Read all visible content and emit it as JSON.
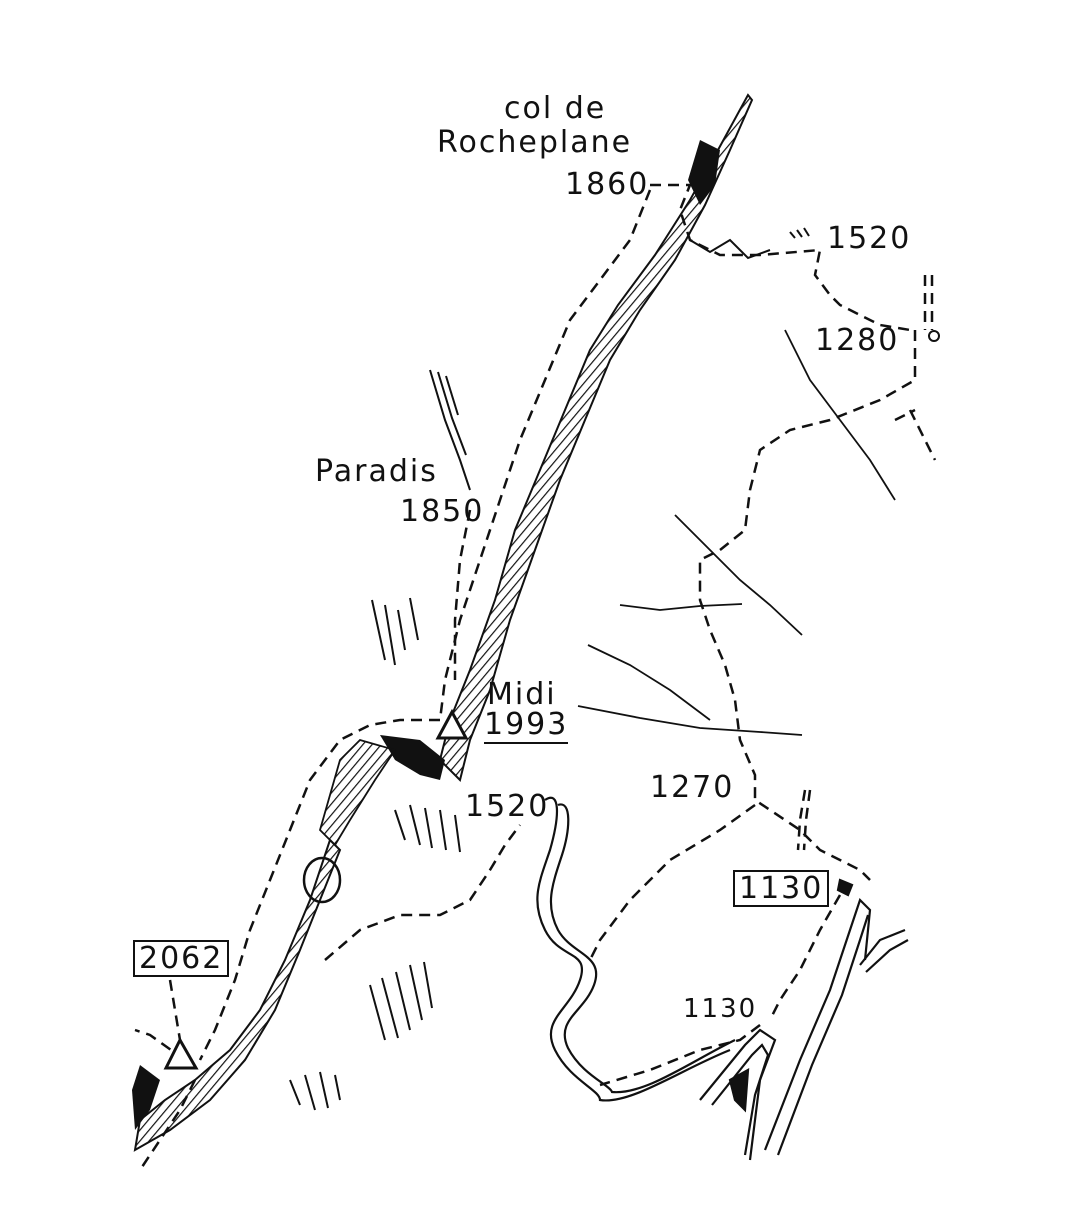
{
  "labels": {
    "col_name_line1": "col de",
    "col_name_line2": "Rocheplane",
    "col_alt": "1860",
    "alt_1520_top": "1520",
    "alt_1280": "1280",
    "paradis_name": "Paradis",
    "paradis_alt": "1850",
    "midi_name": "Midi",
    "midi_alt": "1993",
    "alt_1270": "1270",
    "alt_1520_mid": "1520",
    "alt_1130": "1130",
    "alt_2062": "2062",
    "alt_1130_low": "1130"
  },
  "colors": {
    "ink": "#111111",
    "paper": "#ffffff"
  }
}
